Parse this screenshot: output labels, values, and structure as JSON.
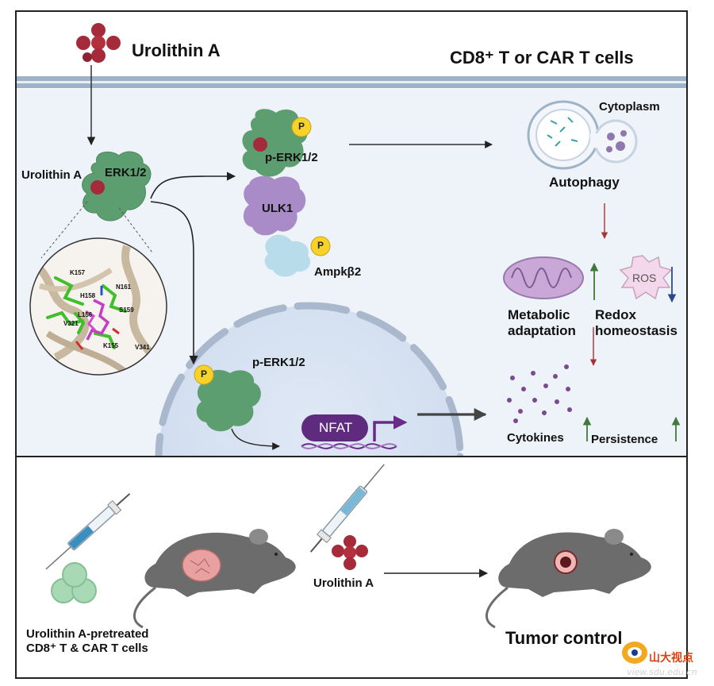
{
  "top_panel": {
    "urolithin_title": "Urolithin A",
    "cell_title": "CD8⁺ T or CAR T cells",
    "cytoplasm": "Cytoplasm",
    "urolithin_side": "Urolithin A",
    "erk": "ERK1/2",
    "perk_top": "p-ERK1/2",
    "ulk1": "ULK1",
    "ampk": "Ampkβ2",
    "autophagy": "Autophagy",
    "metabolic": "Metabolic\nadaptation",
    "redox": "Redox\nhomeostasis",
    "ros": "ROS",
    "perk_nucleus": "p-ERK1/2",
    "nfat": "NFAT",
    "cytokines": "Cytokines",
    "persistence": "Persistence",
    "phospho": "P"
  },
  "docking_residues": [
    "K157",
    "N161",
    "H158",
    "S159",
    "L156",
    "V321",
    "K155",
    "V341"
  ],
  "bottom_panel": {
    "pretreated": "Urolithin A-pretreated\nCD8⁺ T & CAR T cells",
    "urolithin": "Urolithin A",
    "outcome": "Tumor control"
  },
  "watermark": {
    "text": "山大视点",
    "url": "view.sdu.edu.cn"
  },
  "colors": {
    "molecule": "#a52a3a",
    "protein_green": "#5d9e70",
    "protein_purple": "#a98bc7",
    "ampk_blue": "#b9dcea",
    "phospho_yellow": "#f7d22a",
    "membrane": "#9fb3c8",
    "cytoplasm_bg": "#eef3f9",
    "nfat_purple": "#5e2b7e",
    "arrow_up": "#3e7a3a",
    "arrow_red": "#a83232",
    "arrow_blue": "#2c4a8a",
    "tumor_pink": "#e8a0a0",
    "mouse_gray": "#6c6c6c",
    "t_cell_green": "#a9d8b5"
  }
}
